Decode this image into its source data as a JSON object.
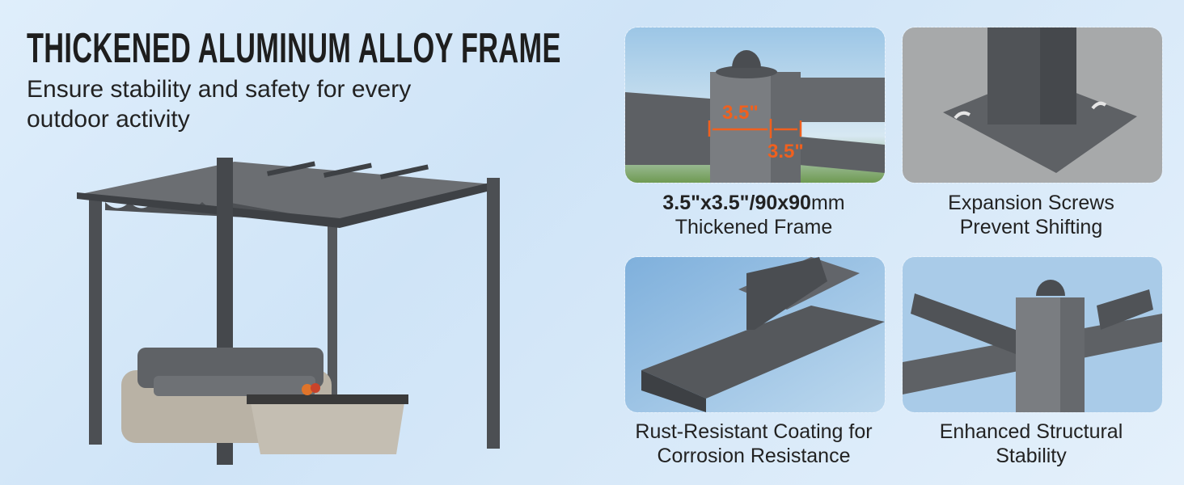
{
  "headline": "THICKENED ALUMINUM ALLOY FRAME",
  "subheadline": "Ensure stability and safety for every outdoor activity",
  "features": [
    {
      "caption_bold": "3.5\"x3.5\"/90x90",
      "caption_unit": "mm",
      "caption_line2": "Thickened Frame",
      "dim_width": "3.5\"",
      "dim_depth": "3.5\""
    },
    {
      "caption_line1": "Expansion Screws",
      "caption_line2": "Prevent Shifting"
    },
    {
      "caption_line1": "Rust-Resistant Coating for",
      "caption_line2": "Corrosion Resistance"
    },
    {
      "caption_line1": "Enhanced Structural",
      "caption_line2": "Stability"
    }
  ],
  "colors": {
    "accent": "#f0601e",
    "frame": "#5a5d61",
    "background": "#d6e8f8"
  }
}
